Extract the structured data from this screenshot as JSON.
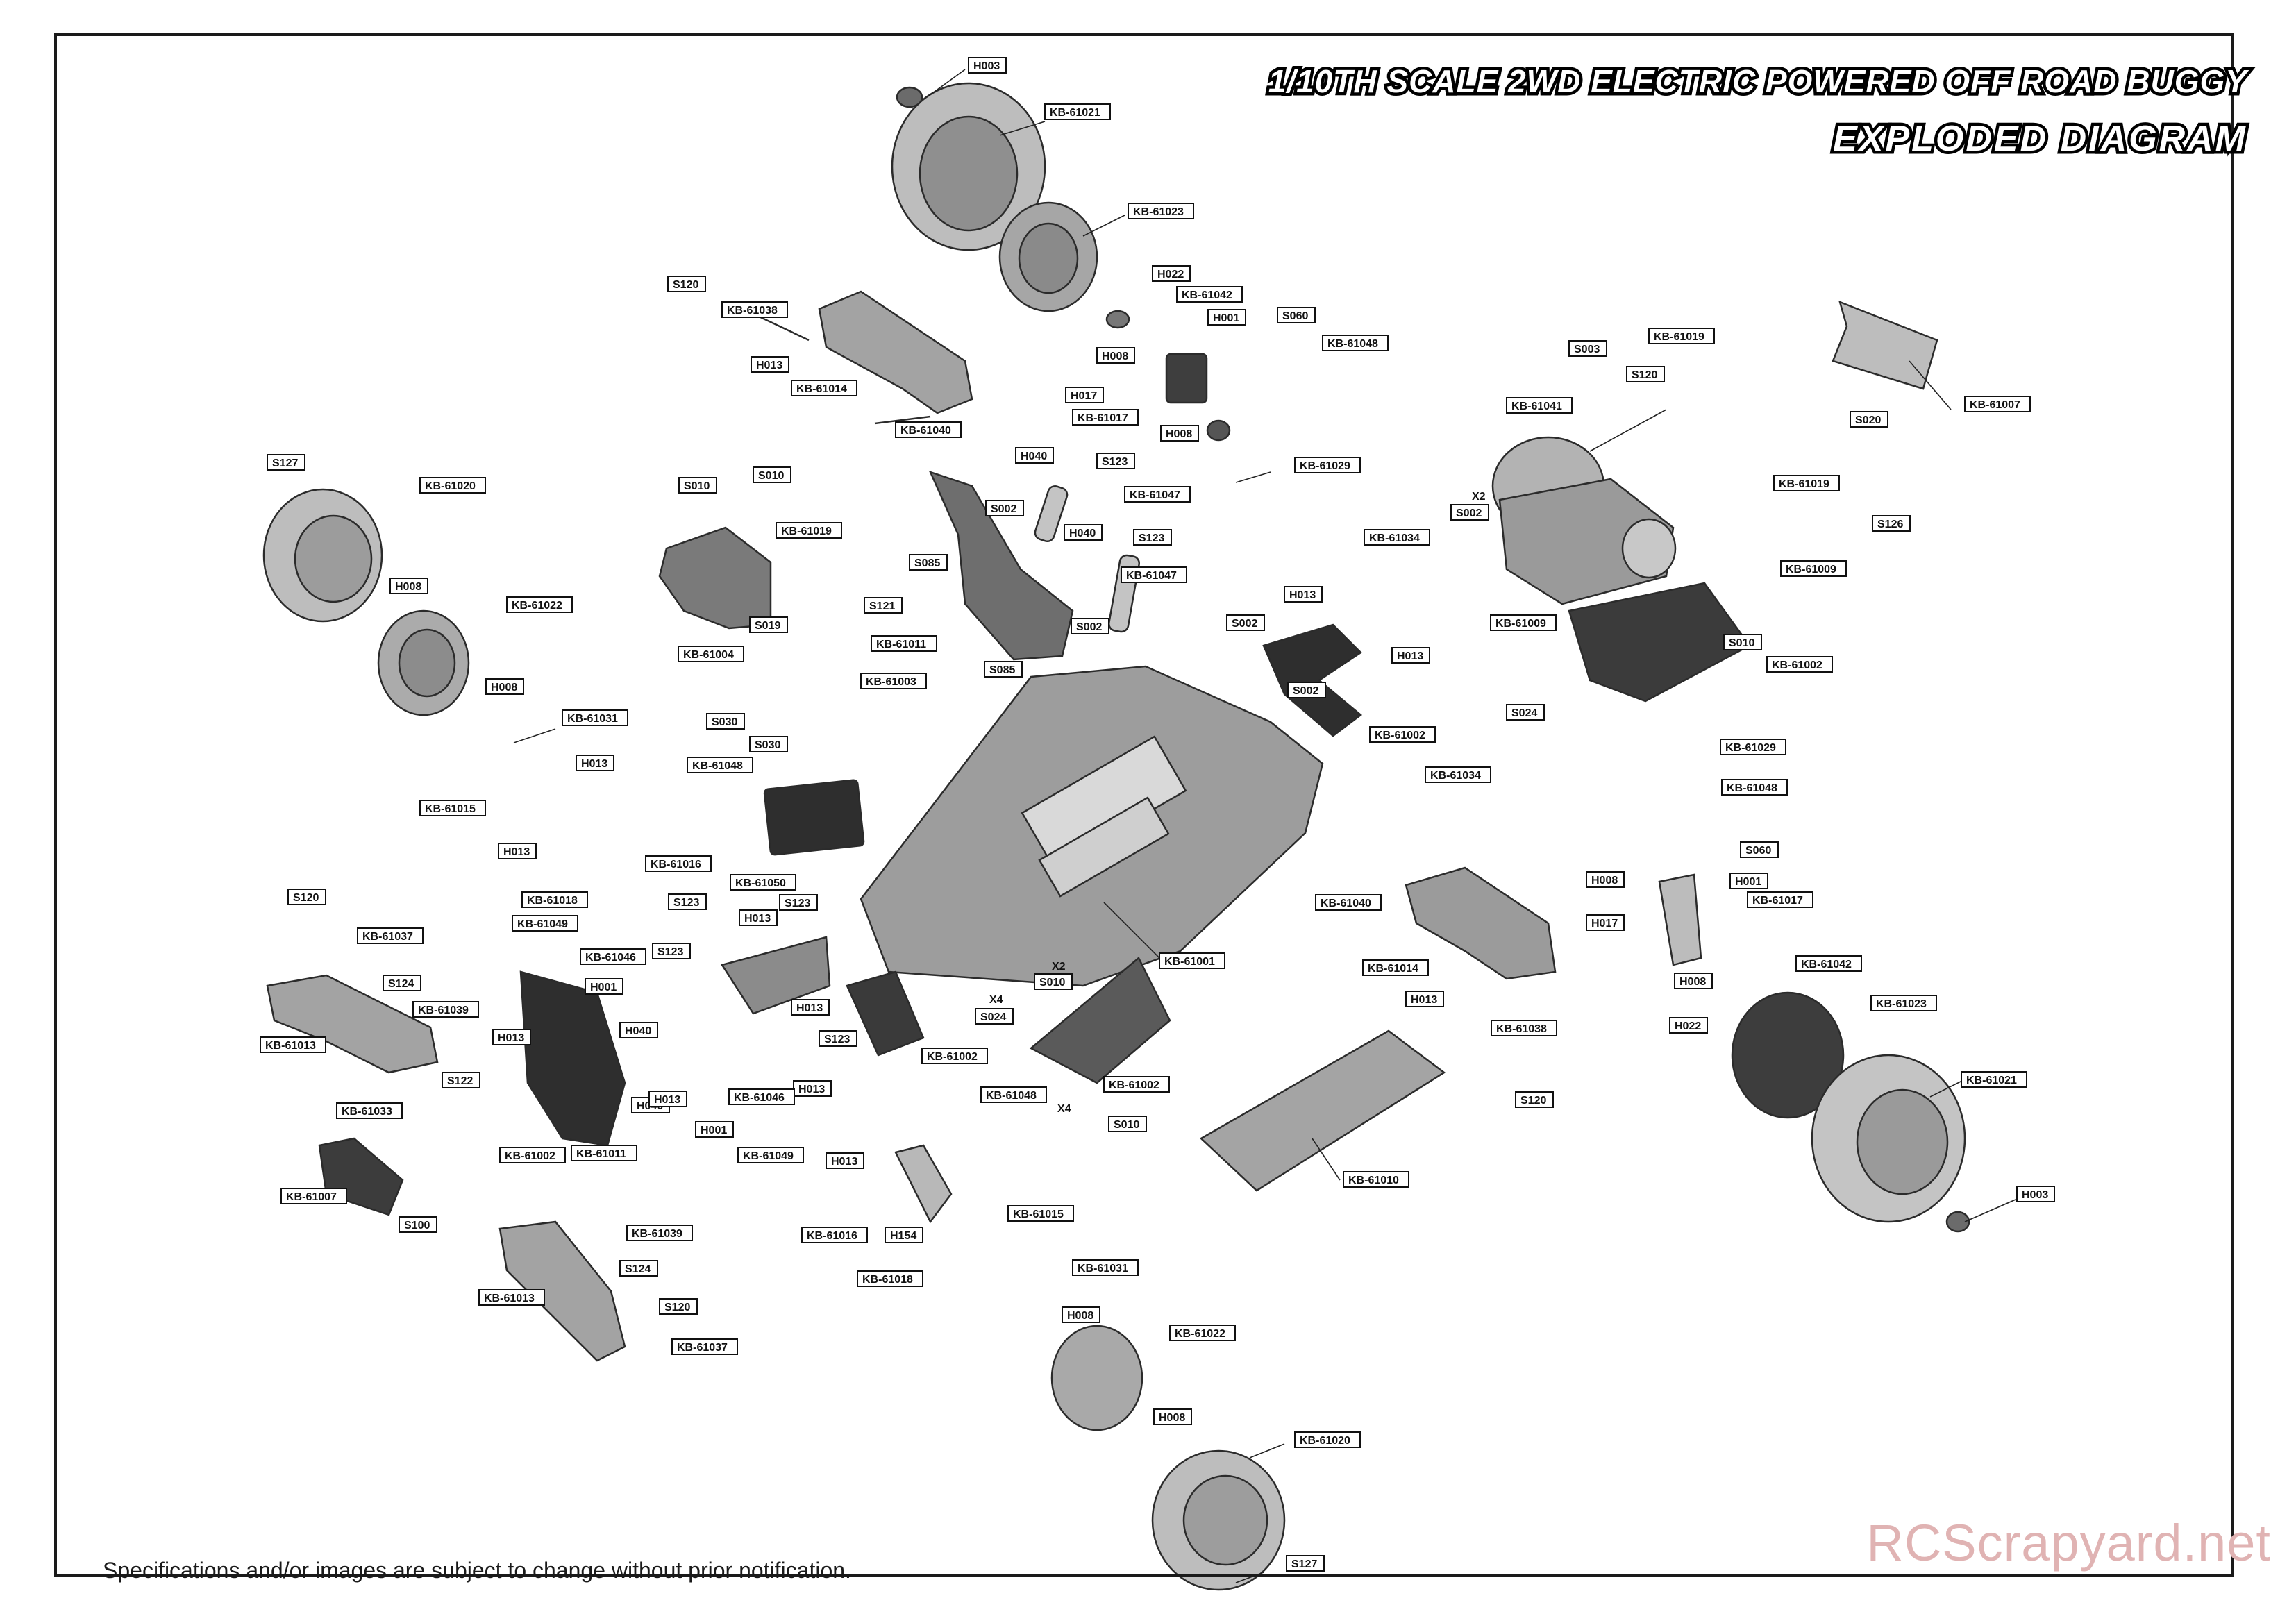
{
  "header": {
    "title": "1/10TH SCALE 2WD ELECTRIC POWERED OFF ROAD BUGGY",
    "subtitle": "EXPLODED DIAGRAM"
  },
  "footer": {
    "disclaimer": "Specifications and/or images are subject to change without prior notification.",
    "watermark": "RCScrapyard.net"
  },
  "colors": {
    "ink": "#1a1a1a",
    "part_fill": "#a8a8a8",
    "dark_part": "#3a3a3a",
    "watermark": "#e0b3b3"
  },
  "callouts": [
    "H003",
    "KB-61021",
    "KB-61023",
    "H022",
    "KB-61042",
    "H001",
    "S060",
    "KB-61048",
    "H008",
    "H017",
    "KB-61017",
    "H008",
    "S120",
    "KB-61038",
    "H013",
    "KB-61014",
    "KB-61040",
    "S003",
    "KB-61019",
    "S120",
    "KB-61041",
    "KB-61007",
    "S020",
    "KB-61019",
    "S126",
    "S127",
    "KB-61020",
    "H008",
    "KB-61022",
    "H008",
    "KB-61031",
    "S010",
    "S010",
    "KB-61019",
    "S019",
    "KB-61004",
    "H040",
    "S123",
    "KB-61047",
    "S002",
    "H040",
    "S123",
    "KB-61047",
    "S085",
    "S121",
    "KB-61011",
    "S002",
    "S085",
    "KB-61029",
    "X2",
    "S002",
    "KB-61034",
    "KB-61009",
    "H013",
    "KB-61009",
    "S002",
    "H013",
    "S002",
    "KB-61002",
    "S010",
    "KB-61002",
    "S024",
    "KB-61003",
    "S030",
    "S030",
    "KB-61015",
    "H013",
    "KB-61048",
    "H013",
    "KB-61016",
    "KB-61018",
    "KB-61050",
    "S120",
    "KB-61037",
    "KB-61049",
    "S124",
    "KB-61039",
    "KB-61013",
    "H013",
    "KB-61046",
    "S123",
    "H001",
    "H040",
    "S123",
    "H013",
    "S123",
    "H013",
    "X2",
    "S010",
    "X4",
    "S024",
    "KB-61002",
    "S123",
    "H013",
    "KB-61034",
    "KB-61029",
    "KB-61048",
    "S060",
    "H008",
    "H001",
    "H017",
    "KB-61017",
    "KB-61040",
    "KB-61014",
    "KB-61001",
    "H008",
    "KB-61042",
    "H022",
    "KB-61023",
    "KB-61021",
    "H013",
    "KB-61038",
    "S120",
    "H003",
    "S122",
    "H040",
    "H013",
    "KB-61046",
    "H001",
    "KB-61002",
    "KB-61011",
    "KB-61033",
    "KB-61007",
    "S100",
    "KB-61048",
    "X4",
    "S010",
    "KB-61002",
    "KB-61049",
    "H013",
    "KB-61016",
    "H154",
    "KB-61013",
    "KB-61015",
    "KB-61039",
    "S124",
    "KB-61018",
    "KB-61031",
    "S120",
    "KB-61037",
    "H008",
    "KB-61022",
    "H008",
    "KB-61020",
    "S127",
    "KB-61010"
  ]
}
